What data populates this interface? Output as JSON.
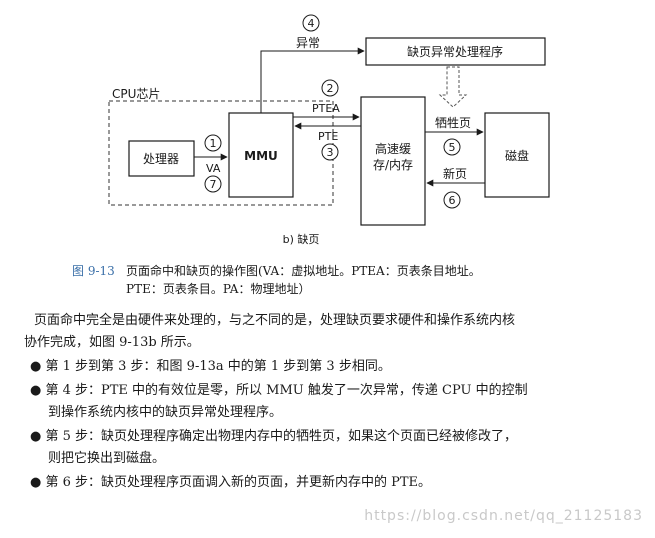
{
  "diagram": {
    "cpu_chip_label": "CPU芯片",
    "processor_label": "处理器",
    "mmu_label": "MMU",
    "cache_label_line1": "高速缓",
    "cache_label_line2": "存/内存",
    "handler_label": "缺页异常处理程序",
    "disk_label": "磁盘",
    "exception_label": "异常",
    "ptea_label": "PTEA",
    "pte_label": "PTE",
    "va_label": "VA",
    "victim_label": "牺牲页",
    "new_page_label": "新页",
    "step1": "1",
    "step2": "2",
    "step3": "3",
    "step4": "4",
    "step5": "5",
    "step6": "6",
    "step7": "7",
    "subfigure_caption": "b) 缺页"
  },
  "caption": {
    "figure_number": "图 9-13",
    "line1": "页面命中和缺页的操作图(VA：虚拟地址。PTEA：页表条目地址。",
    "line2": "PTE：页表条目。PA：物理地址）"
  },
  "body": {
    "para_line1": "页面命中完全是由硬件来处理的，与之不同的是，处理缺页要求硬件和操作系统内核",
    "para_line2": "协作完成，如图 9-13b 所示。",
    "bullet1": "● 第 1 步到第 3 步：和图 9-13a 中的第 1 步到第 3 步相同。",
    "bullet2_line1": "● 第 4 步：PTE 中的有效位是零，所以 MMU 触发了一次异常，传递 CPU 中的控制",
    "bullet2_line2": "到操作系统内核中的缺页异常处理程序。",
    "bullet3_line1": "● 第 5 步：缺页处理程序确定出物理内存中的牺牲页，如果这个页面已经被修改了，",
    "bullet3_line2": "则把它换出到磁盘。",
    "bullet4": "● 第 6 步：缺页处理程序页面调入新的页面，并更新内存中的 PTE。"
  },
  "watermark": "https://blog.csdn.net/qq_21125183"
}
